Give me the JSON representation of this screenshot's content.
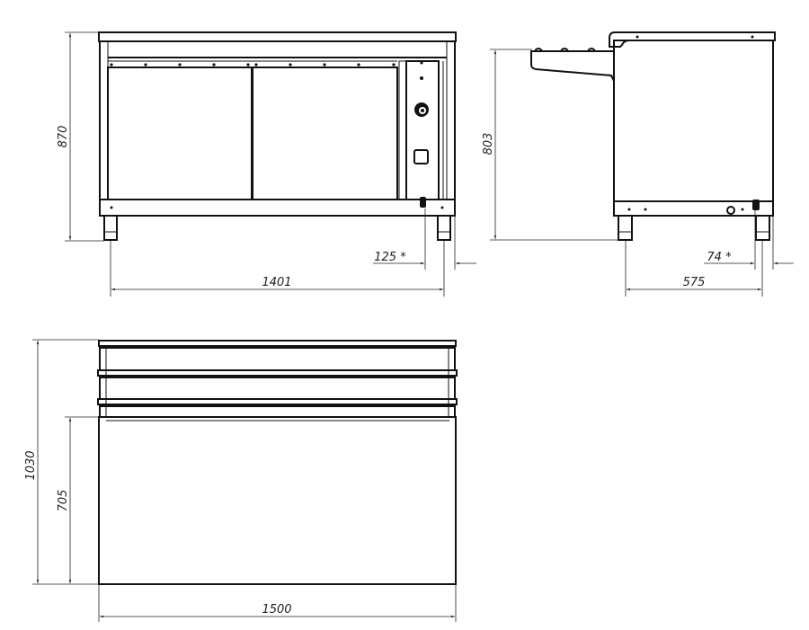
{
  "front_view": {
    "height": "870",
    "width": "1401",
    "offset": "125 *"
  },
  "side_view": {
    "height": "803",
    "width": "575",
    "offset": "74 *"
  },
  "top_view": {
    "depth_total": "1030",
    "depth_body": "705",
    "width": "1500"
  }
}
